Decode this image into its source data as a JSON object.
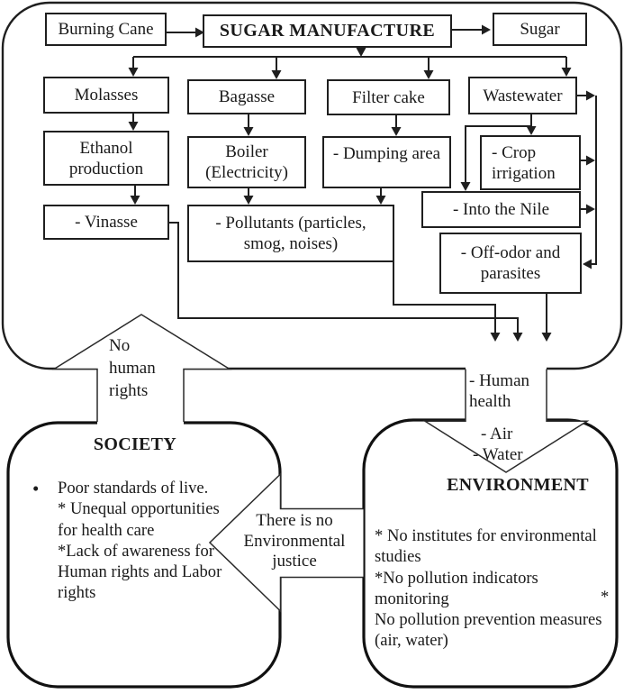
{
  "diagram": {
    "process_boxes": {
      "burning_cane": "Burning Cane",
      "sugar_manufacture": "SUGAR MANUFACTURE",
      "sugar": "Sugar",
      "molasses": "Molasses",
      "bagasse": "Bagasse",
      "filter_cake": "Filter cake",
      "wastewater": "Wastewater",
      "ethanol_production": [
        "Ethanol",
        "production"
      ],
      "boiler": [
        "Boiler",
        "(Electricity)"
      ],
      "dumping_area": "- Dumping area",
      "crop_irrigation": [
        "- Crop",
        "irrigation"
      ],
      "vinasse": "- Vinasse",
      "pollutants": [
        "- Pollutants (particles,",
        "smog, noises)"
      ],
      "into_the_nile": "- Into the Nile",
      "off_odor": [
        "- Off-odor and",
        "parasites"
      ]
    },
    "flow_labels": {
      "no_human_rights": [
        "No",
        "human",
        "rights"
      ],
      "human_health": [
        "- Human",
        "health"
      ],
      "air": "- Air",
      "water": "- Water",
      "environmental_justice": [
        "There is no",
        "Environmental",
        "justice"
      ]
    },
    "society": {
      "title": "SOCIETY",
      "bullet": "•",
      "lines": [
        "Poor standards of live.",
        "* Unequal opportunities",
        "for health care",
        "*Lack of awareness for",
        "Human rights and Labor",
        "rights"
      ]
    },
    "environment": {
      "title": "ENVIRONMENT",
      "lines": [
        "* No institutes for environmental",
        "studies",
        "*No pollution indicators",
        "monitoring",
        "No pollution prevention measures",
        "(air, water)"
      ],
      "stray_asterisk": "*"
    },
    "colors": {
      "ink": "#1f1f1f",
      "background": "#ffffff"
    }
  }
}
